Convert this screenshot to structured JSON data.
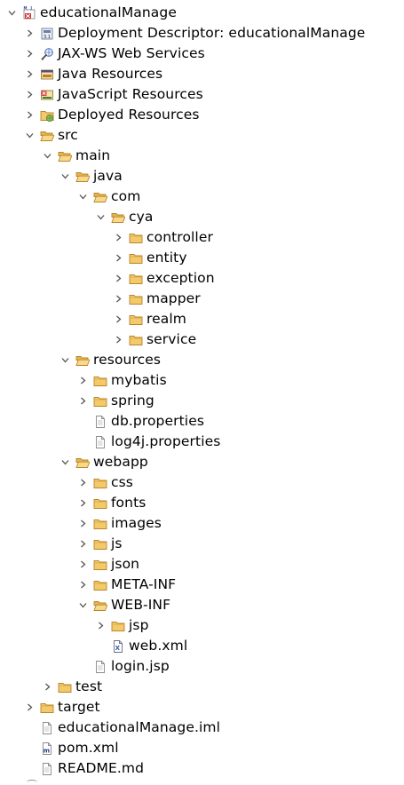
{
  "tree": [
    {
      "label": "educationalManage",
      "icon": "project-icon",
      "expanded": true
    },
    {
      "label": "Deployment Descriptor: educationalManage",
      "icon": "deployment-descriptor-icon",
      "expanded": false
    },
    {
      "label": "JAX-WS Web Services",
      "icon": "web-services-icon",
      "expanded": false
    },
    {
      "label": "Java Resources",
      "icon": "java-resources-icon",
      "expanded": false
    },
    {
      "label": "JavaScript Resources",
      "icon": "javascript-resources-icon",
      "expanded": false
    },
    {
      "label": "Deployed Resources",
      "icon": "deployed-resources-icon",
      "expanded": false
    },
    {
      "label": "src",
      "icon": "open-folder-icon",
      "expanded": true
    },
    {
      "label": "main",
      "icon": "open-folder-icon",
      "expanded": true
    },
    {
      "label": "java",
      "icon": "open-folder-icon",
      "expanded": true
    },
    {
      "label": "com",
      "icon": "open-folder-icon",
      "expanded": true
    },
    {
      "label": "cya",
      "icon": "open-folder-icon",
      "expanded": true
    },
    {
      "label": "controller",
      "icon": "folder-icon",
      "expanded": false
    },
    {
      "label": "entity",
      "icon": "folder-icon",
      "expanded": false
    },
    {
      "label": "exception",
      "icon": "folder-icon",
      "expanded": false
    },
    {
      "label": "mapper",
      "icon": "folder-icon",
      "expanded": false
    },
    {
      "label": "realm",
      "icon": "folder-icon",
      "expanded": false
    },
    {
      "label": "service",
      "icon": "folder-icon",
      "expanded": false
    },
    {
      "label": "resources",
      "icon": "open-folder-icon",
      "expanded": true
    },
    {
      "label": "mybatis",
      "icon": "folder-icon",
      "expanded": false
    },
    {
      "label": "spring",
      "icon": "folder-icon",
      "expanded": false
    },
    {
      "label": "db.properties",
      "icon": "file-icon"
    },
    {
      "label": "log4j.properties",
      "icon": "file-icon"
    },
    {
      "label": "webapp",
      "icon": "open-folder-icon",
      "expanded": true
    },
    {
      "label": "css",
      "icon": "folder-icon",
      "expanded": false
    },
    {
      "label": "fonts",
      "icon": "folder-icon",
      "expanded": false
    },
    {
      "label": "images",
      "icon": "folder-icon",
      "expanded": false
    },
    {
      "label": "js",
      "icon": "folder-icon",
      "expanded": false
    },
    {
      "label": "json",
      "icon": "folder-icon",
      "expanded": false
    },
    {
      "label": "META-INF",
      "icon": "folder-icon",
      "expanded": false
    },
    {
      "label": "WEB-INF",
      "icon": "open-folder-icon",
      "expanded": true
    },
    {
      "label": "jsp",
      "icon": "folder-icon",
      "expanded": false
    },
    {
      "label": "web.xml",
      "icon": "xml-file-icon"
    },
    {
      "label": "login.jsp",
      "icon": "file-icon"
    },
    {
      "label": "test",
      "icon": "folder-icon",
      "expanded": false
    },
    {
      "label": "target",
      "icon": "folder-icon",
      "expanded": false
    },
    {
      "label": "educationalManage.iml",
      "icon": "file-icon"
    },
    {
      "label": "pom.xml",
      "icon": "maven-file-icon"
    },
    {
      "label": "README.md",
      "icon": "file-icon"
    }
  ]
}
